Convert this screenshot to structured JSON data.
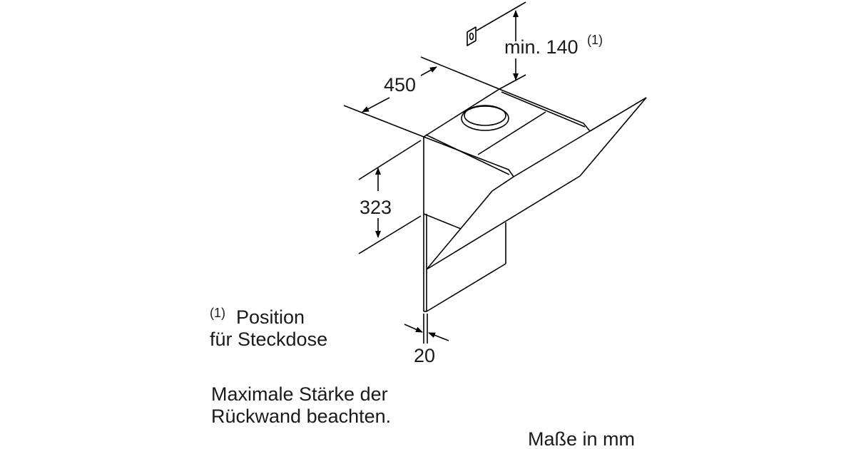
{
  "dimensions": {
    "height_above": "min. 140",
    "height_above_note": "(1)",
    "depth": "450",
    "chimney_height": "323",
    "panel_thickness": "20"
  },
  "footnote": {
    "marker": "(1)",
    "line1": "Position",
    "line2": "für Steckdose"
  },
  "note": {
    "line1": "Maximale Stärke der",
    "line2": "Rückwand beachten."
  },
  "units": "Maße in mm"
}
